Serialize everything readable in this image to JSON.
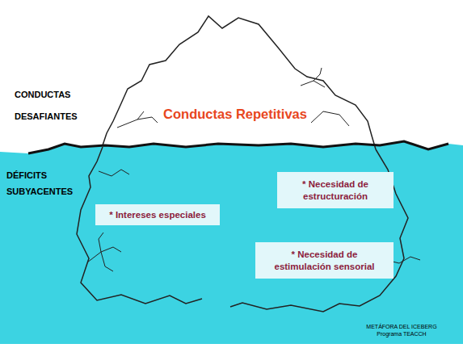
{
  "diagram": {
    "nodes": [
      {
        "text": [
          "* Necesidad de estructuración"
        ]
      },
      {
        "text": [
          "* Intereses especiales"
        ]
      },
      {
        "text": [
          "* Necesidad de estimulación sensorial"
        ]
      }
    ],
    "labels": [
      "CONDUCTAS DESAFIANTES",
      "Conductas Repetitivas",
      "DÉFICITS SUBYACENTES",
      "METÁFORA DEL ICEBERG Programa TEACCH"
    ]
  }
}
